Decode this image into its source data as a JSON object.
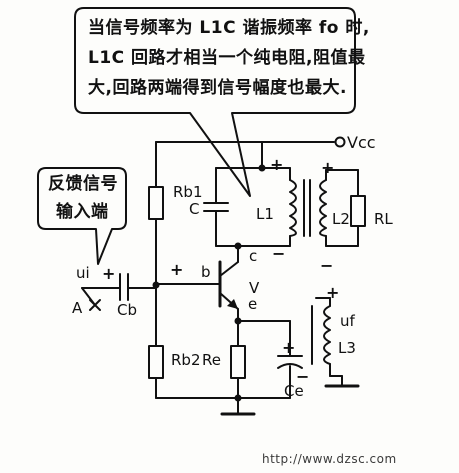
{
  "callout_main": {
    "line1": "当信号频率为 L1C 谐振频率 fo 时,",
    "line2": "L1C 回路才相当一个纯电阻,阻值最",
    "line3": "大,回路两端得到信号幅度也最大."
  },
  "callout_feedback": {
    "line1": "反馈信号",
    "line2": "输入端"
  },
  "labels": {
    "vcc": "Vcc",
    "rb1": "Rb1",
    "c": "C",
    "l1": "L1",
    "l2": "L2",
    "rl": "RL",
    "l3": "L3",
    "uf": "uf",
    "ui": "ui",
    "a": "A",
    "cb": "Cb",
    "b": "b",
    "c_node": "c",
    "e": "e",
    "v": "V",
    "rb2": "Rb2",
    "re": "Re",
    "ce": "Ce"
  },
  "watermark": "http://www.dzsc.com"
}
